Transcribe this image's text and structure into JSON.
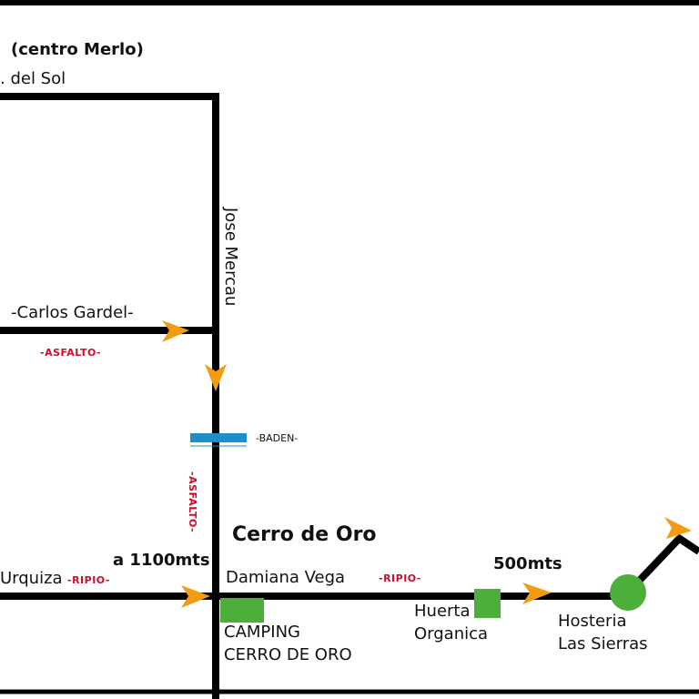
{
  "colors": {
    "road": "#000000",
    "arrow": "#f39c12",
    "baden": "#1e90c8",
    "surface_label": "#c8102e",
    "marker_green": "#4caf3a"
  },
  "labels": {
    "centro_merlo": "(centro Merlo)",
    "del_sol": ". del Sol",
    "jose_mercau": "Jose Mercau",
    "carlos_gardel": "-Carlos Gardel-",
    "asfalto_horizontal": "-ASFALTO-",
    "baden": "-BADEN-",
    "asfalto_vertical": "-ASFALTO-",
    "cerro_de_oro": "Cerro de Oro",
    "a_1100mts": "a 1100mts",
    "urquiza": "Urquiza",
    "ripio_left": "-RIPIO-",
    "damiana_vega": "Damiana Vega",
    "ripio_right": "-RIPIO-",
    "dist_500mts": "500mts",
    "camping_line1": "CAMPING",
    "camping_line2": "CERRO DE ORO",
    "huerta_line1": "Huerta",
    "huerta_line2": "Organica",
    "hosteria_line1": "Hosteria",
    "hosteria_line2": "Las Sierras"
  },
  "icons": {
    "direction_arrow": "orange-triangle-arrow",
    "poi_square": "green-square",
    "poi_circle": "green-circle",
    "baden_marker": "blue-bar"
  }
}
